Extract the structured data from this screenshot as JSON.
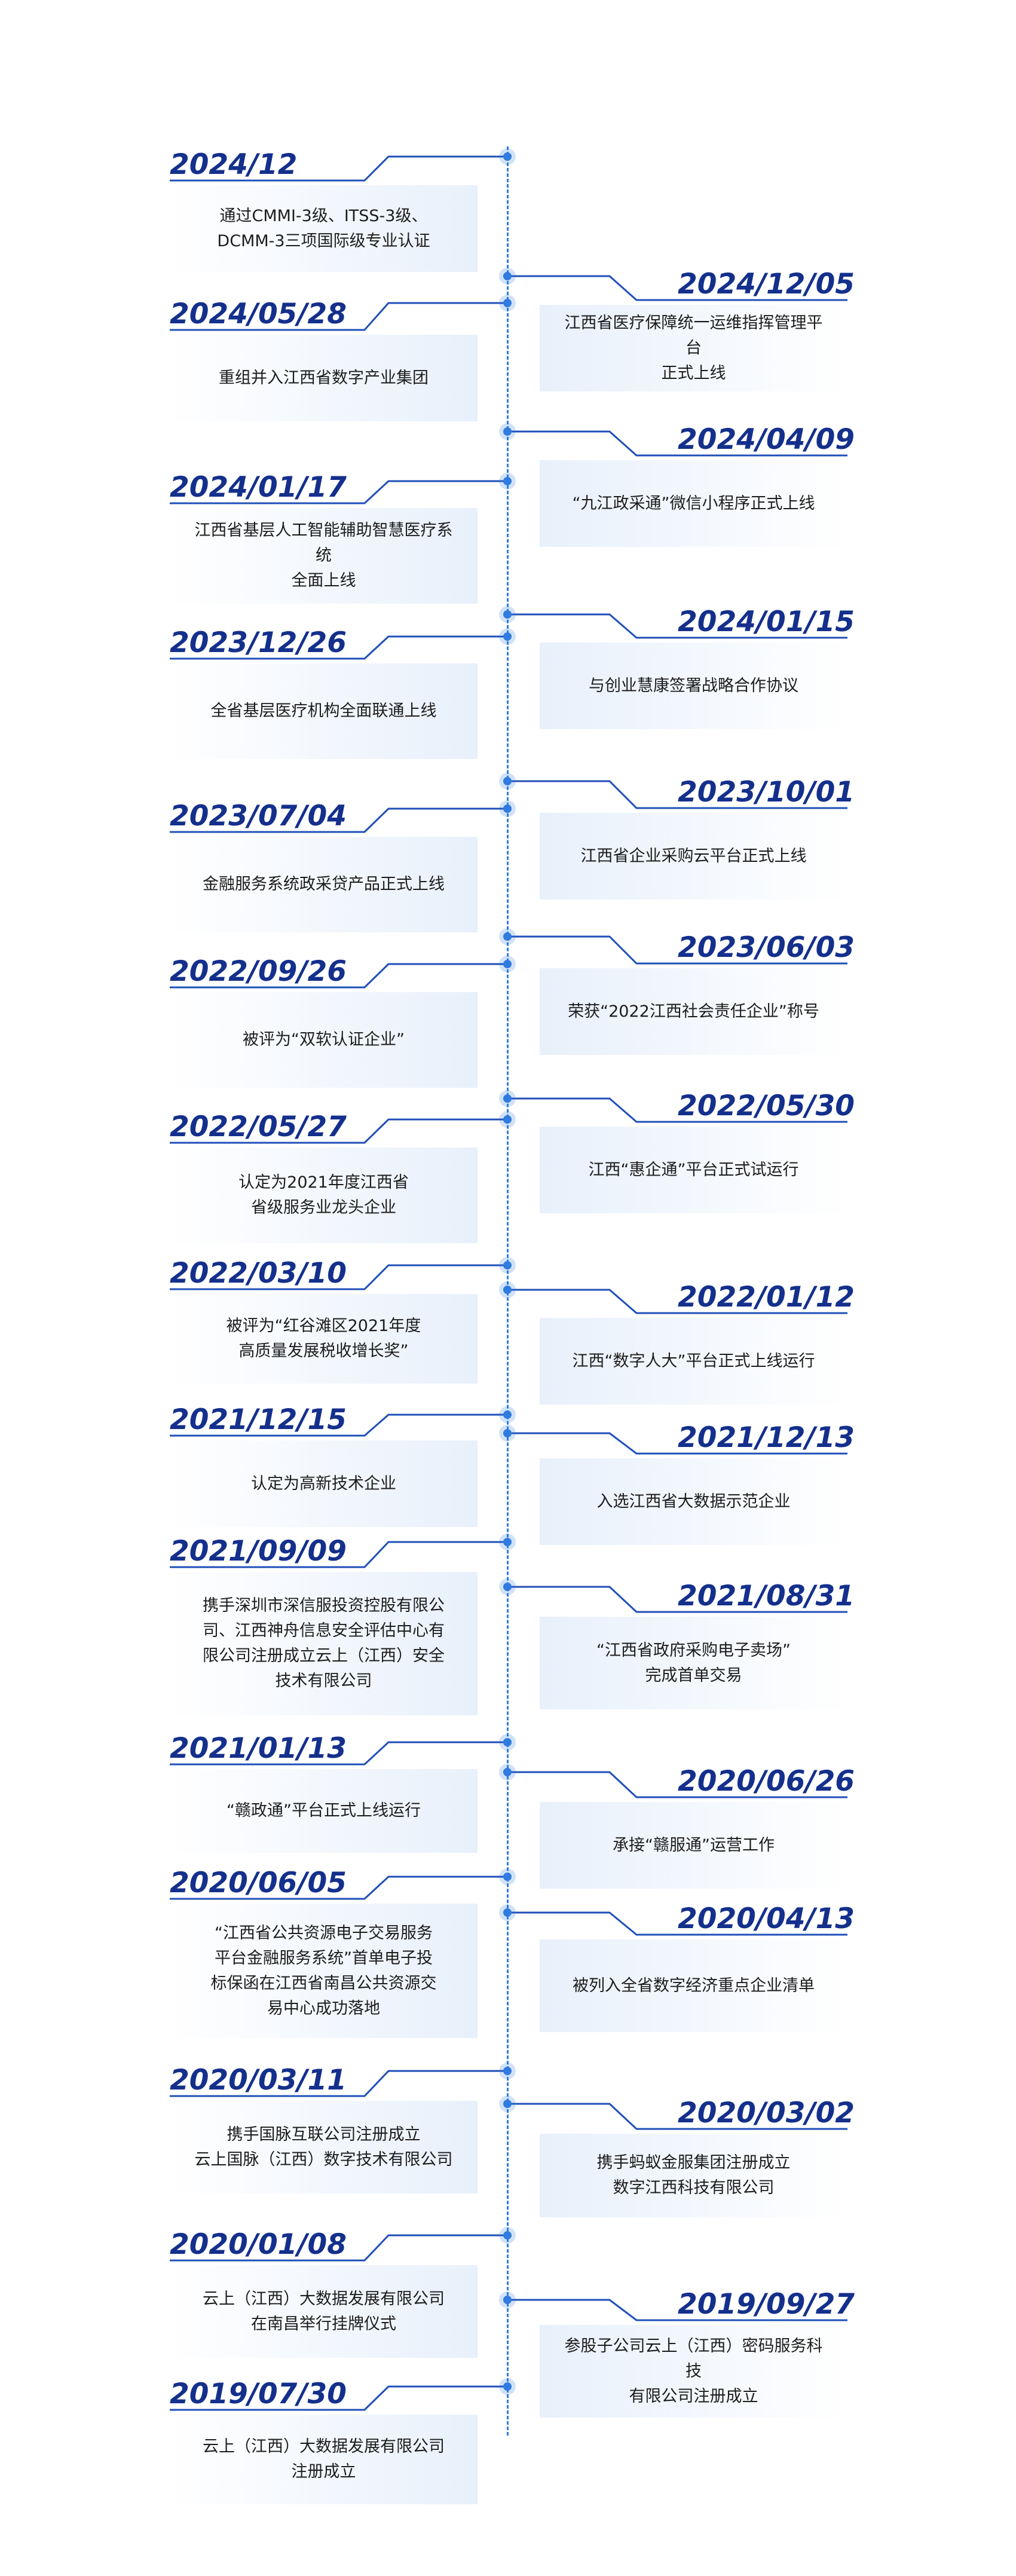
{
  "colors": {
    "accent": "#2f7be0",
    "date": "#14308c",
    "card_from": "#e8f0fb",
    "card_to": "#ffffff"
  },
  "events": [
    {
      "date": "2024/12",
      "side": "left",
      "lines": [
        "通过CMMI-3级、ITSS-3级、",
        "DCMM-3三项国际级专业认证"
      ]
    },
    {
      "date": "2024/12/05",
      "side": "right",
      "lines": [
        "江西省医疗保障统一运维指挥管理平台",
        "正式上线"
      ]
    },
    {
      "date": "2024/05/28",
      "side": "left",
      "lines": [
        "重组并入江西省数字产业集团"
      ]
    },
    {
      "date": "2024/04/09",
      "side": "right",
      "lines": [
        "“九江政采通”微信小程序正式上线"
      ]
    },
    {
      "date": "2024/01/17",
      "side": "left",
      "lines": [
        "江西省基层人工智能辅助智慧医疗系统",
        "全面上线"
      ]
    },
    {
      "date": "2024/01/15",
      "side": "right",
      "lines": [
        "与创业慧康签署战略合作协议"
      ]
    },
    {
      "date": "2023/12/26",
      "side": "left",
      "lines": [
        "全省基层医疗机构全面联通上线"
      ]
    },
    {
      "date": "2023/10/01",
      "side": "right",
      "lines": [
        "江西省企业采购云平台正式上线"
      ]
    },
    {
      "date": "2023/07/04",
      "side": "left",
      "lines": [
        "金融服务系统政采贷产品正式上线"
      ]
    },
    {
      "date": "2023/06/03",
      "side": "right",
      "lines": [
        "荣获“2022江西社会责任企业”称号"
      ]
    },
    {
      "date": "2022/09/26",
      "side": "left",
      "lines": [
        "被评为“双软认证企业”"
      ]
    },
    {
      "date": "2022/05/30",
      "side": "right",
      "lines": [
        "江西“惠企通”平台正式试运行"
      ]
    },
    {
      "date": "2022/05/27",
      "side": "left",
      "lines": [
        "认定为2021年度江西省",
        "省级服务业龙头企业"
      ]
    },
    {
      "date": "2022/03/10",
      "side": "left",
      "lines": [
        "被评为“红谷滩区2021年度",
        "高质量发展税收增长奖”"
      ]
    },
    {
      "date": "2022/01/12",
      "side": "right",
      "lines": [
        "江西“数字人大”平台正式上线运行"
      ]
    },
    {
      "date": "2021/12/15",
      "side": "left",
      "lines": [
        "认定为高新技术企业"
      ]
    },
    {
      "date": "2021/12/13",
      "side": "right",
      "lines": [
        "入选江西省大数据示范企业"
      ]
    },
    {
      "date": "2021/09/09",
      "side": "left",
      "lines": [
        "携手深圳市深信服投资控股有限公",
        "司、江西神舟信息安全评估中心有",
        "限公司注册成立云上（江西）安全",
        "技术有限公司"
      ]
    },
    {
      "date": "2021/08/31",
      "side": "right",
      "lines": [
        "“江西省政府采购电子卖场”",
        "完成首单交易"
      ]
    },
    {
      "date": "2021/01/13",
      "side": "left",
      "lines": [
        "“赣政通”平台正式上线运行"
      ]
    },
    {
      "date": "2020/06/26",
      "side": "right",
      "lines": [
        "承接“赣服通”运营工作"
      ]
    },
    {
      "date": "2020/06/05",
      "side": "left",
      "lines": [
        "“江西省公共资源电子交易服务",
        "平台金融服务系统”首单电子投",
        "标保函在江西省南昌公共资源交",
        "易中心成功落地"
      ]
    },
    {
      "date": "2020/04/13",
      "side": "right",
      "lines": [
        "被列入全省数字经济重点企业清单"
      ]
    },
    {
      "date": "2020/03/11",
      "side": "left",
      "lines": [
        "携手国脉互联公司注册成立",
        "云上国脉（江西）数字技术有限公司"
      ]
    },
    {
      "date": "2020/03/02",
      "side": "right",
      "lines": [
        "携手蚂蚁金服集团注册成立",
        "数字江西科技有限公司"
      ]
    },
    {
      "date": "2020/01/08",
      "side": "left",
      "lines": [
        "云上（江西）大数据发展有限公司",
        "在南昌举行挂牌仪式"
      ]
    },
    {
      "date": "2019/09/27",
      "side": "right",
      "lines": [
        "参股子公司云上（江西）密码服务科技",
        "有限公司注册成立"
      ]
    },
    {
      "date": "2019/07/30",
      "side": "left",
      "lines": [
        "云上（江西）大数据发展有限公司",
        "注册成立"
      ]
    }
  ]
}
